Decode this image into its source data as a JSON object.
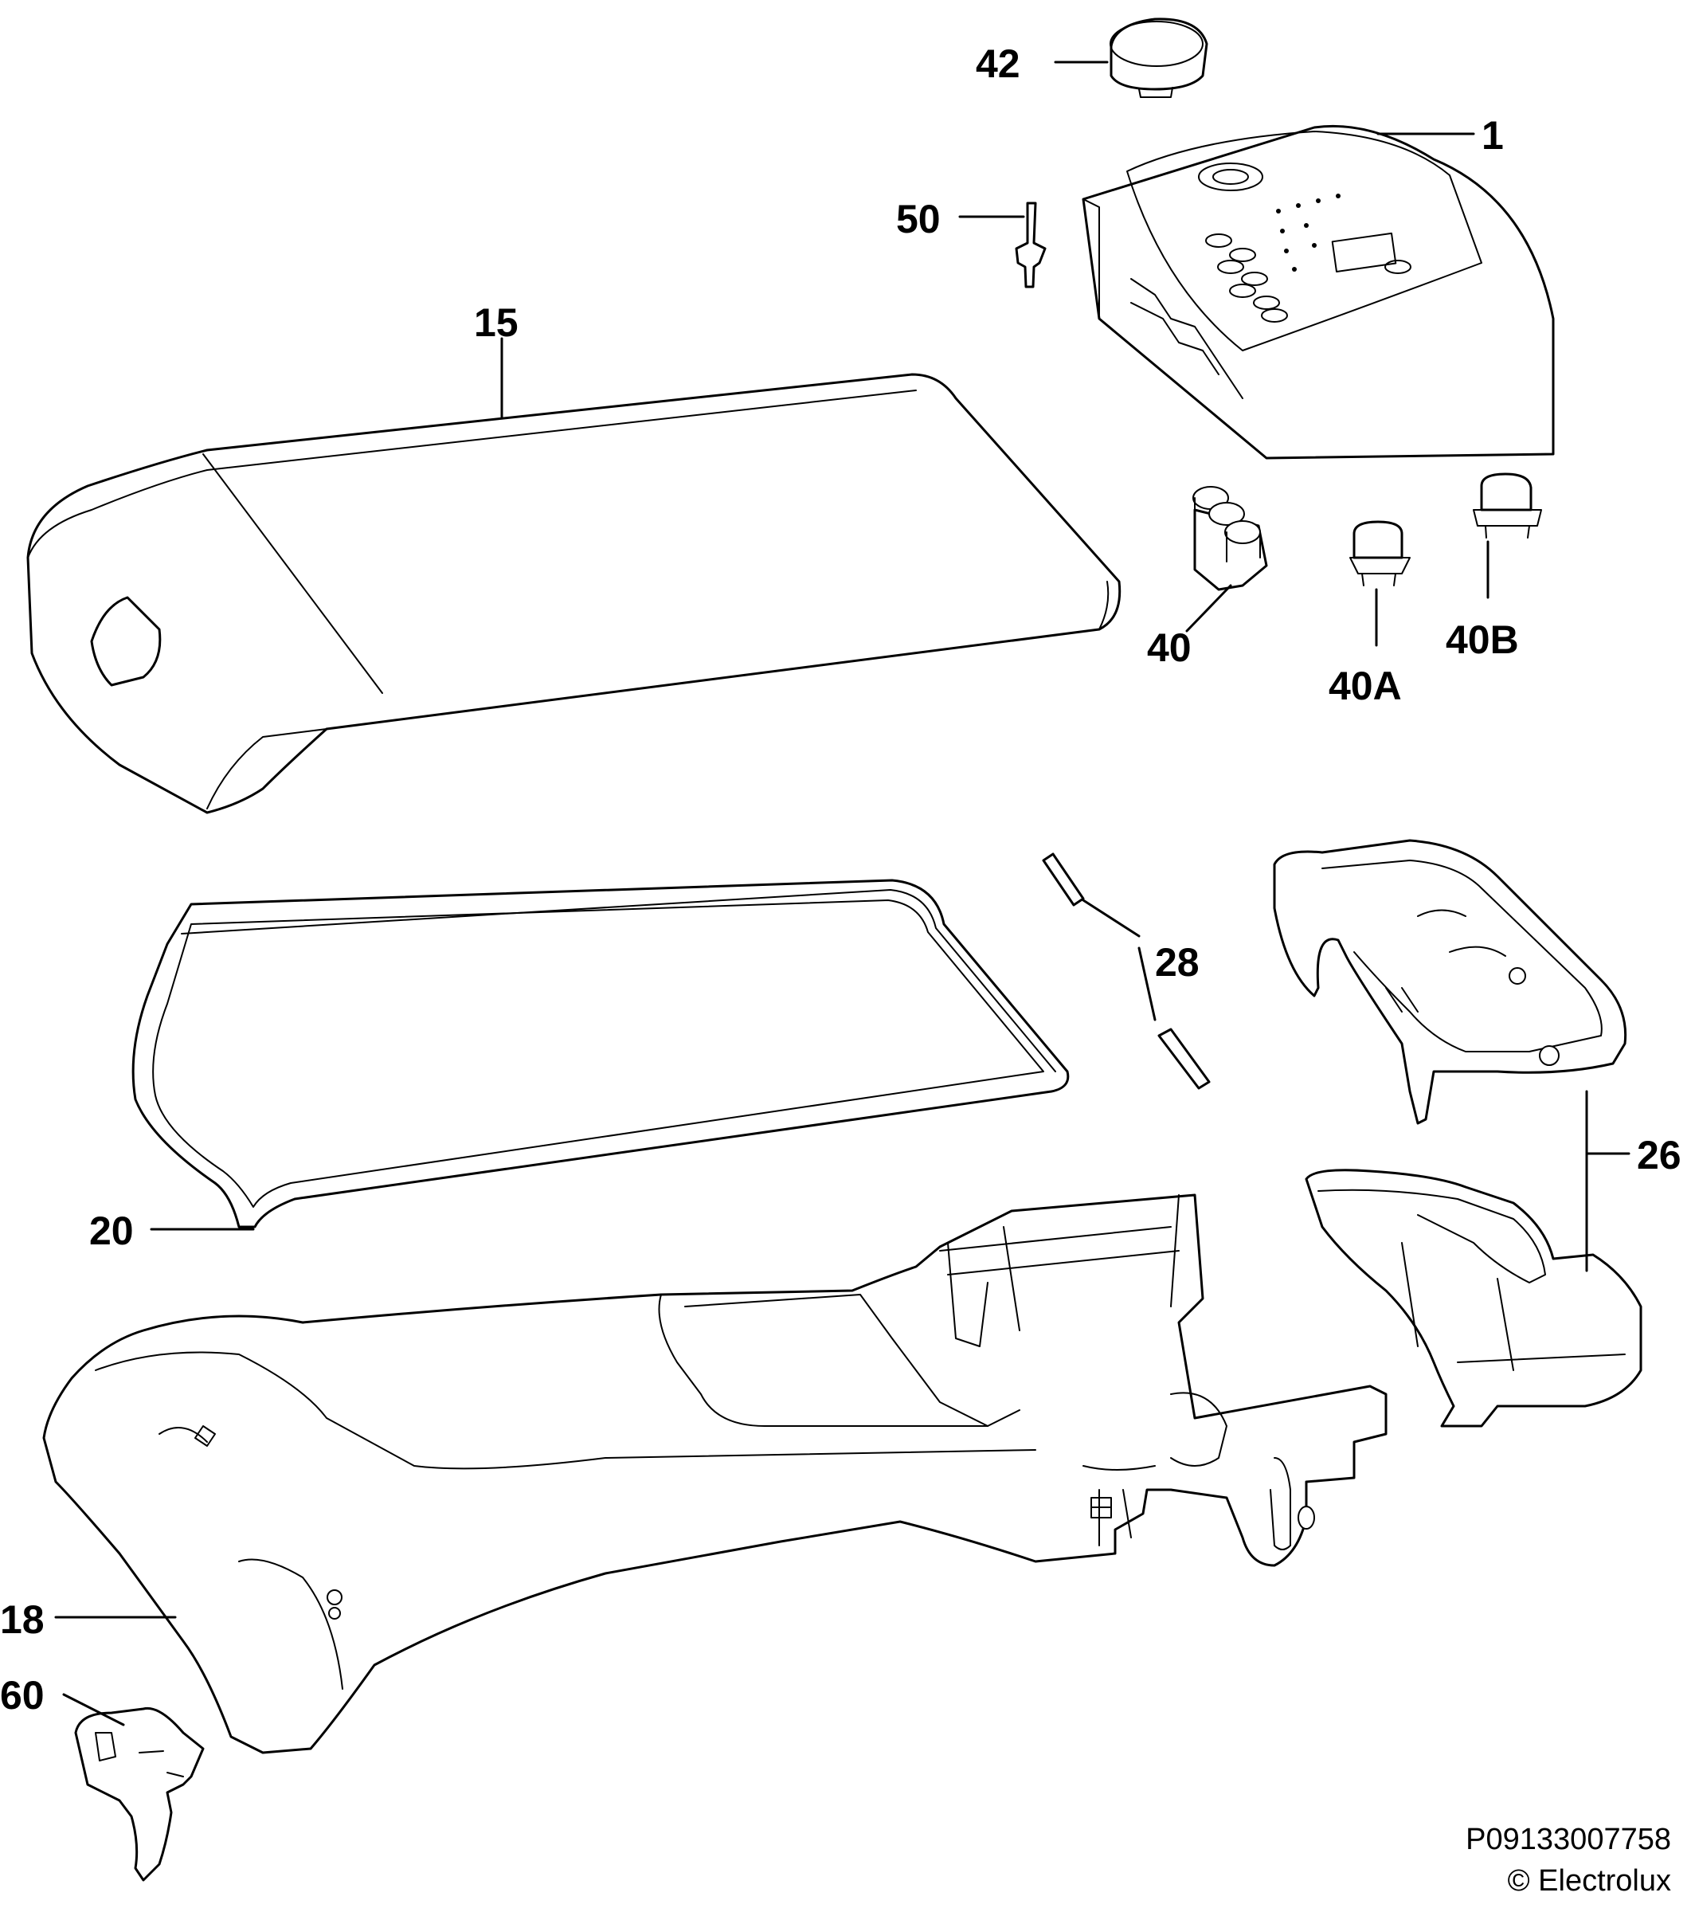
{
  "callouts": {
    "p42": "42",
    "p1": "1",
    "p50": "50",
    "p15": "15",
    "p40": "40",
    "p40a": "40A",
    "p40b": "40B",
    "p28": "28",
    "p26": "26",
    "p20": "20",
    "p18": "18",
    "p60": "60"
  },
  "footer": {
    "doc_number": "P09133007758",
    "copyright": "© Electrolux"
  }
}
